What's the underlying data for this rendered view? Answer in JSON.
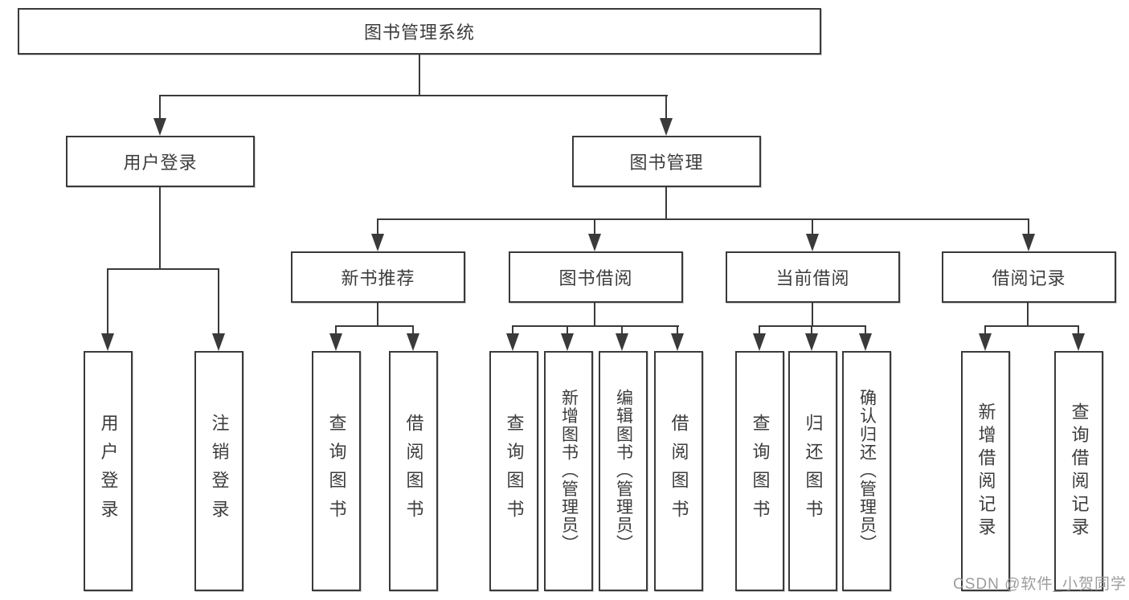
{
  "root": {
    "label": "图书管理系统"
  },
  "branches": [
    {
      "label": "用户登录"
    },
    {
      "label": "图书管理"
    }
  ],
  "modules": [
    {
      "label": "新书推荐"
    },
    {
      "label": "图书借阅"
    },
    {
      "label": "当前借阅"
    },
    {
      "label": "借阅记录"
    }
  ],
  "leaves": {
    "user_login": [
      "用户登录",
      "注销登录"
    ],
    "new_book": [
      "查询图书",
      "借阅图书"
    ],
    "book_borrow": [
      "查询图书",
      "新增图书（管理员）",
      "编辑图书（管理员）",
      "借阅图书"
    ],
    "current_borrow": [
      "查询图书",
      "归还图书",
      "确认归还（管理员）"
    ],
    "borrow_record": [
      "新增借阅记录",
      "查询借阅记录"
    ]
  },
  "watermark": {
    "text": "CSDN @软件_小贺同学"
  },
  "colors": {
    "line": "#3a3a3a",
    "text": "#3c3c3c",
    "watermark": "#9c9c9c",
    "background": "#ffffff"
  }
}
